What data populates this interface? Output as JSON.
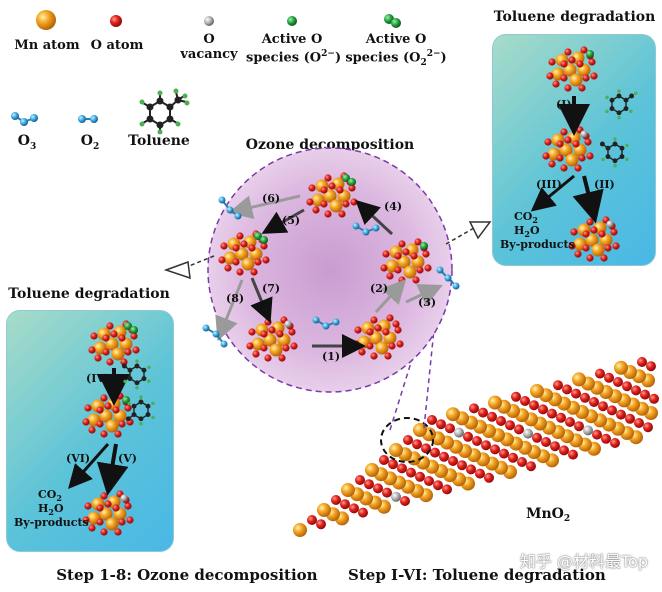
{
  "legend": {
    "mn_atom": "Mn atom",
    "o_atom": "O atom",
    "o_vacancy_1": "O",
    "o_vacancy_2": "vacancy",
    "active_o_1a": "Active O",
    "active_o_1b": "species (O",
    "active_o_1c": "2−",
    "active_o_1d": ")",
    "active_o_2a": "Active O",
    "active_o_2b": "species (O",
    "active_o_2c": "2",
    "active_o_2d": "2−",
    "active_o_2e": ")",
    "o3": "O",
    "o3_sub": "3",
    "o2": "O",
    "o2_sub": "2",
    "toluene": "Toluene"
  },
  "ozone": {
    "title": "Ozone decomposition",
    "steps": [
      "(1)",
      "(2)",
      "(3)",
      "(4)",
      "(5)",
      "(6)",
      "(7)",
      "(8)"
    ]
  },
  "toluene_right": {
    "title": "Toluene degradation",
    "step_a": "(I)",
    "step_b": "(III)",
    "step_c": "(II)",
    "prod_co2": "CO",
    "prod_co2_sub": "2",
    "prod_h2o": "H",
    "prod_h2o_sub": "2",
    "prod_h2o_end": "O",
    "prod_by": "By-products"
  },
  "toluene_left": {
    "title": "Toluene degradation",
    "step_a": "(IV)",
    "step_b": "(VI)",
    "step_c": "(V)",
    "prod_co2": "CO",
    "prod_co2_sub": "2",
    "prod_h2o": "H",
    "prod_h2o_sub": "2",
    "prod_h2o_end": "O",
    "prod_by": "By-products"
  },
  "surface_label": "MnO",
  "surface_label_sub": "2",
  "caption": {
    "part1": "Step 1-8: Ozone decomposition",
    "part2": "Step I-VI: Toluene degradation"
  },
  "watermark": "知乎 @材料最Top",
  "colors": {
    "mn": "#f0a020",
    "o": "#e0201c",
    "vacancy": "#a8a8a8",
    "active_o": "#22a040",
    "ozone_blue": "#3aa8e0",
    "circle_fill": "#d9b3de",
    "panel": "#5cc3d8"
  }
}
